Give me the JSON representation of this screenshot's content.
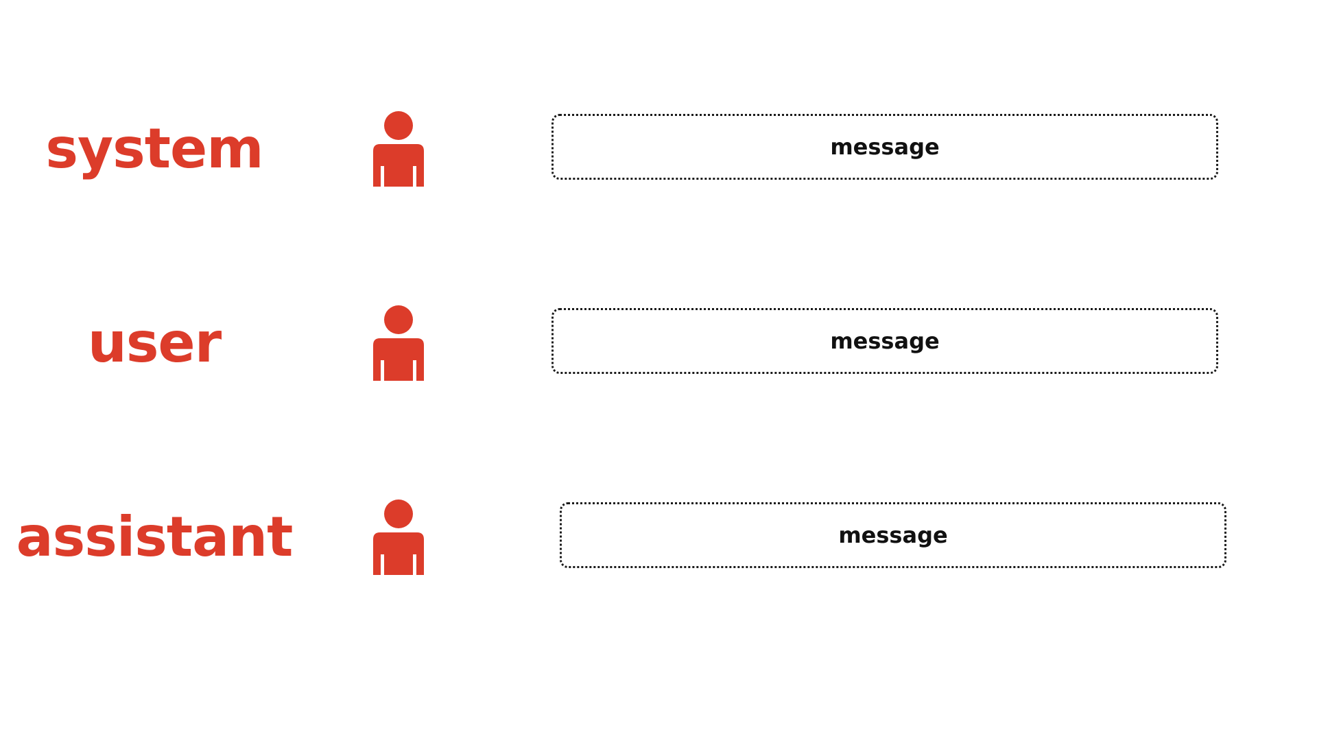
{
  "colors": {
    "accent": "#dc3c2a",
    "box_border": "#1a1a1a",
    "text": "#111111",
    "background": "#ffffff"
  },
  "rows": [
    {
      "role": "system",
      "icon": "person-icon",
      "message": "message"
    },
    {
      "role": "user",
      "icon": "person-icon",
      "message": "message"
    },
    {
      "role": "assistant",
      "icon": "person-icon",
      "message": "message"
    }
  ]
}
